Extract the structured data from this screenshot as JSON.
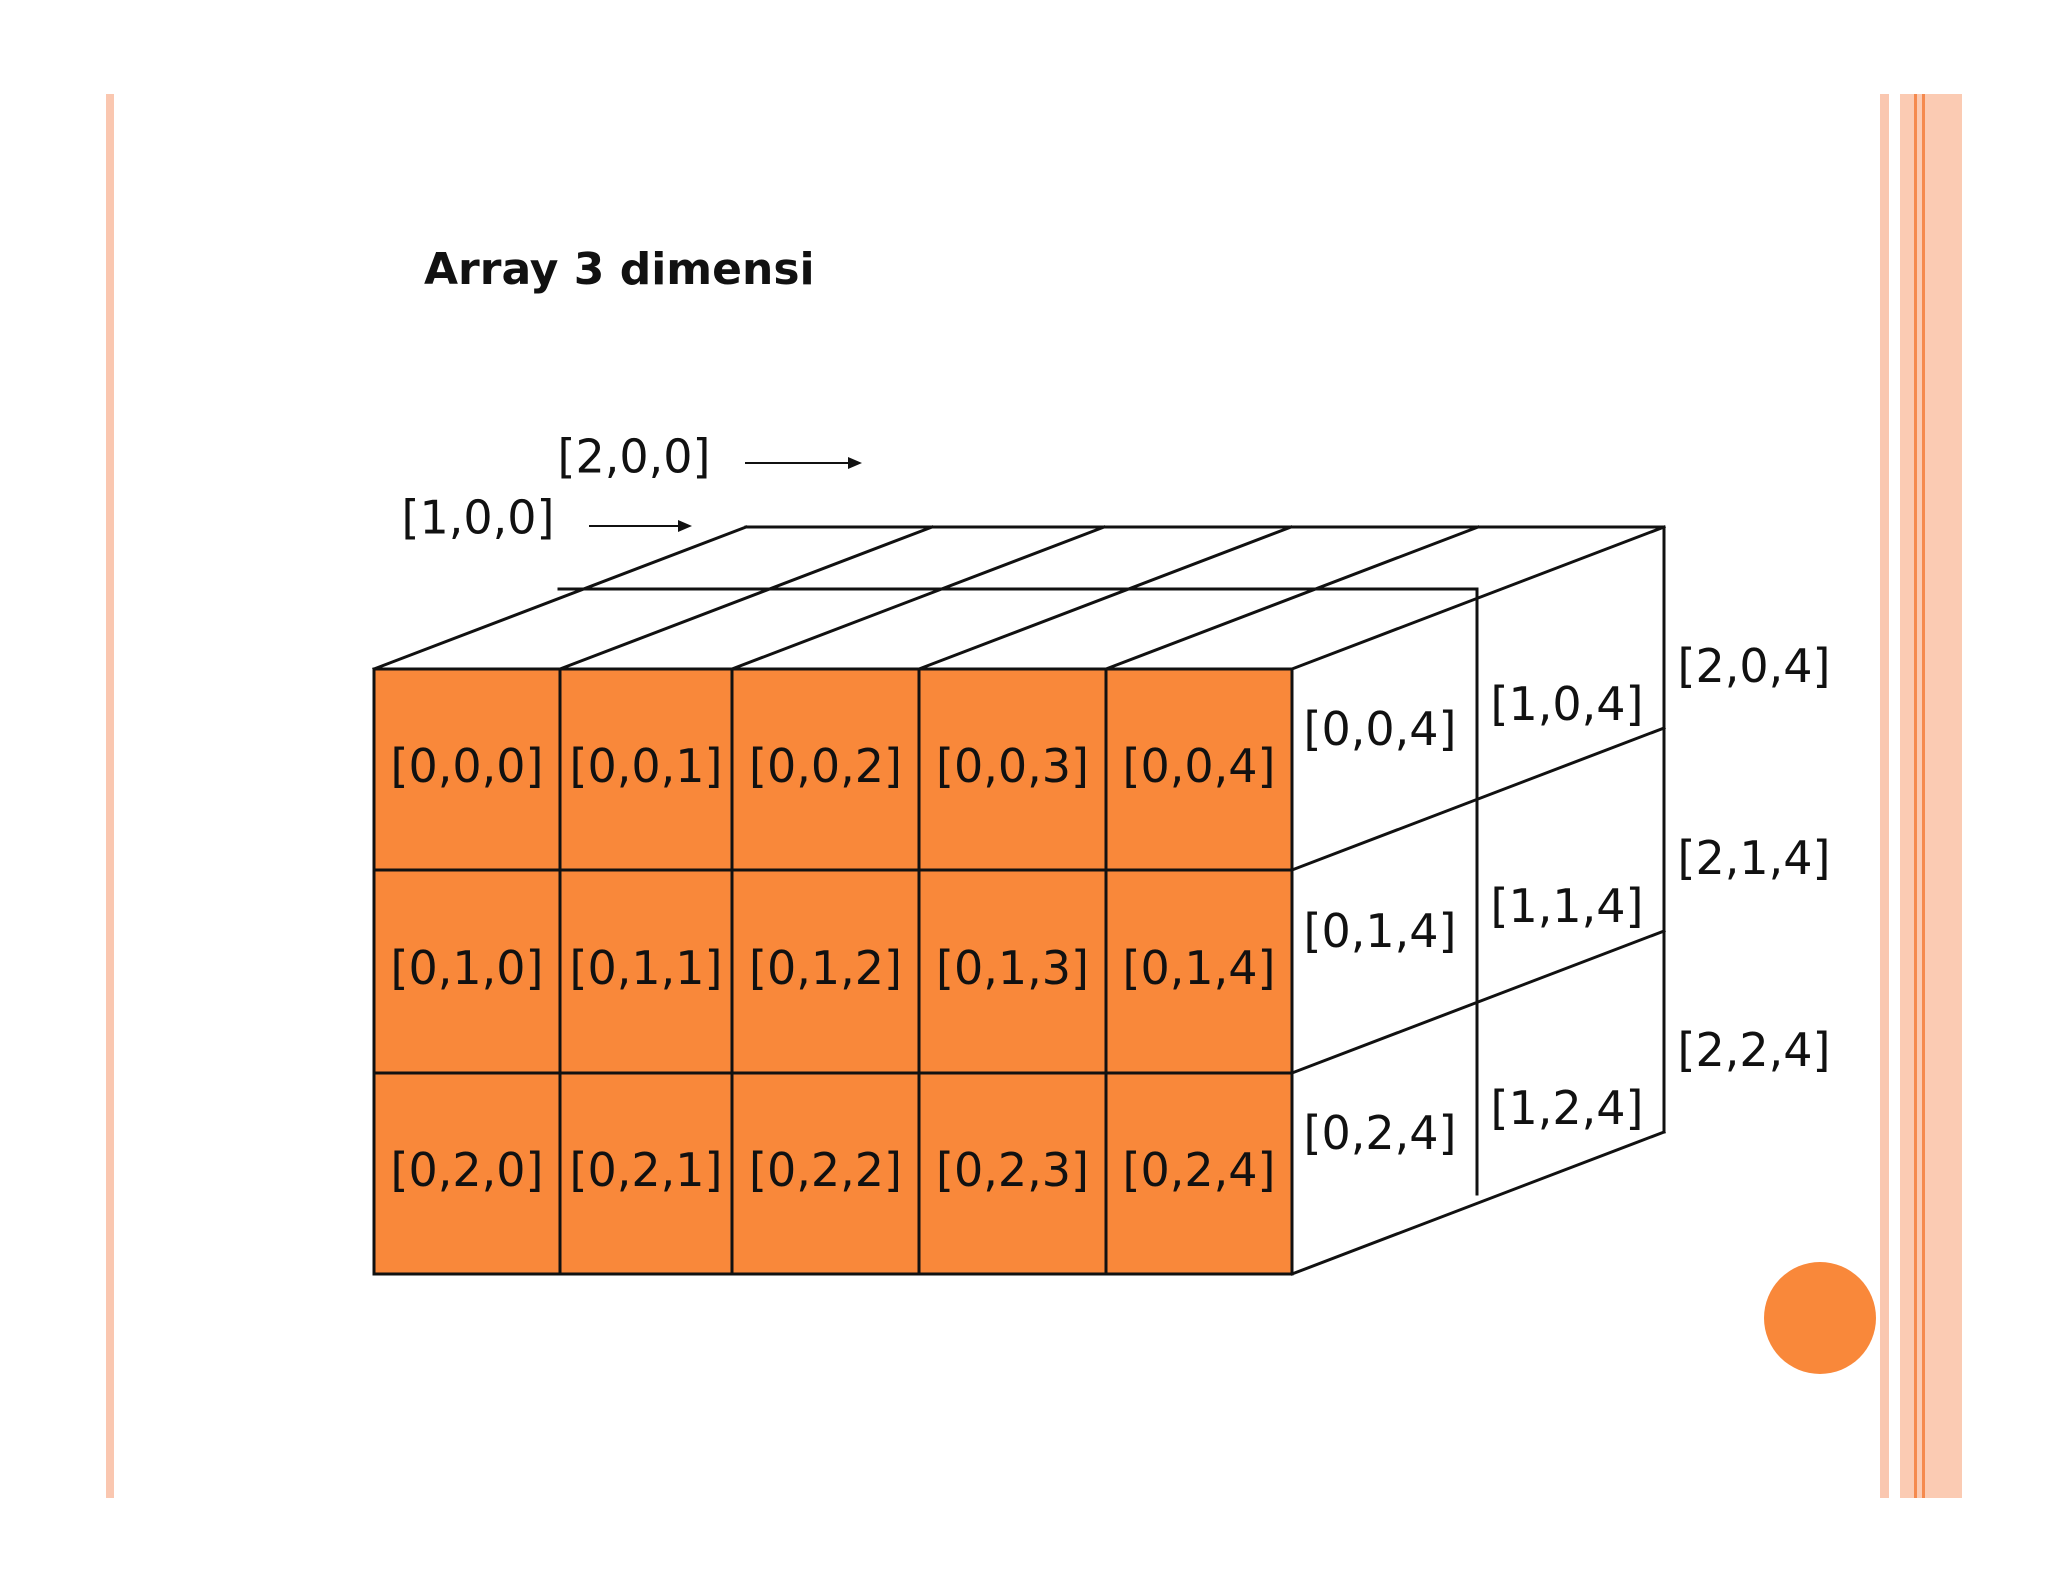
{
  "slide": {
    "title": "Array 3 dimensi",
    "colors": {
      "accent": "#F9883A",
      "stripe_light": "#FAC7B0",
      "stripe_mid": "#F7A88A",
      "stripe_dark": "#F58A4E",
      "grid_line": "#111111"
    }
  },
  "diagram": {
    "front_face": {
      "rows": [
        [
          "[0,0,0]",
          "[0,0,1]",
          "[0,0,2]",
          "[0,0,3]",
          "[0,0,4]"
        ],
        [
          "[0,1,0]",
          "[0,1,1]",
          "[0,1,2]",
          "[0,1,3]",
          "[0,1,4]"
        ],
        [
          "[0,2,0]",
          "[0,2,1]",
          "[0,2,2]",
          "[0,2,3]",
          "[0,2,4]"
        ]
      ]
    },
    "side_face": {
      "layers": [
        [
          "[0,0,4]",
          "[0,1,4]",
          "[0,2,4]"
        ],
        [
          "[1,0,4]",
          "[1,1,4]",
          "[1,2,4]"
        ],
        [
          "[2,0,4]",
          "[2,1,4]",
          "[2,2,4]"
        ]
      ]
    },
    "pointers": [
      {
        "label": "[2,0,0]"
      },
      {
        "label": "[1,0,0]"
      }
    ]
  }
}
